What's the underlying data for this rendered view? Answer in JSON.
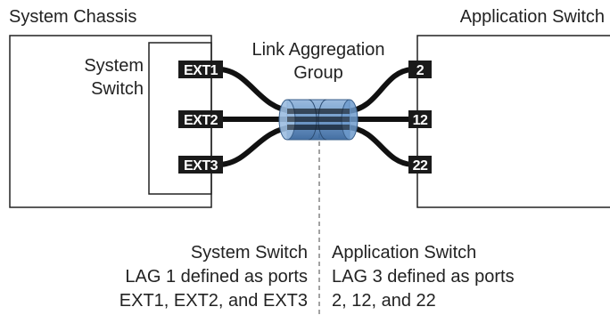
{
  "chassis": {
    "title": "System Chassis",
    "switch_label_line1": "System",
    "switch_label_line2": "Switch",
    "ports": [
      "EXT1",
      "EXT2",
      "EXT3"
    ]
  },
  "app_switch": {
    "title": "Application Switch",
    "ports": [
      "2",
      "12",
      "22"
    ]
  },
  "lag": {
    "label_line1": "Link Aggregation",
    "label_line2": "Group"
  },
  "captions": {
    "left": {
      "line1": "System Switch",
      "line2": "LAG 1 defined as ports",
      "line3": "EXT1, EXT2, and EXT3"
    },
    "right": {
      "line1": "Application Switch",
      "line2": "LAG 3 defined as ports",
      "line3": "2, 12, and 22"
    }
  },
  "colors": {
    "cable": "#111111",
    "port_bg": "#1a1a1a",
    "lag_fill": "#6a96c8",
    "outline": "#222222"
  }
}
